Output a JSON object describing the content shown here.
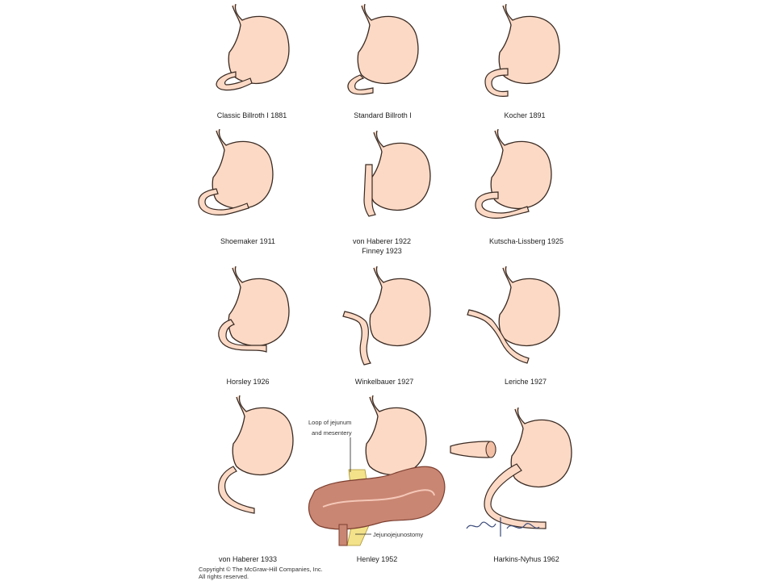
{
  "captions": [
    "Classic Billroth I 1881",
    "Standard Billroth I",
    "Kocher 1891",
    "Shoemaker 1911",
    "von Haberer 1922",
    "Finney 1923",
    "Kutscha-Lissberg 1925",
    "Horsley 1926",
    "Winkelbauer 1927",
    "Leriche 1927",
    "von Haberer 1933",
    "Henley 1952",
    "Harkins-Nyhus 1962"
  ],
  "callouts": {
    "jejunum_loop_line1": "Loop of jejunum",
    "jejunum_loop_line2": "and mesentery",
    "jejunojejunostomy": "Jejunojejunostomy"
  },
  "copyright": {
    "line1": "Copyright © The McGraw-Hill Companies, Inc.",
    "line2": "All rights reserved."
  },
  "colors": {
    "stomach_fill": "#fbd9c5",
    "outline": "#3a2a22",
    "bowel": "#c98672",
    "bowel_dark": "#9c5848",
    "mesentery": "#f3e28a"
  }
}
